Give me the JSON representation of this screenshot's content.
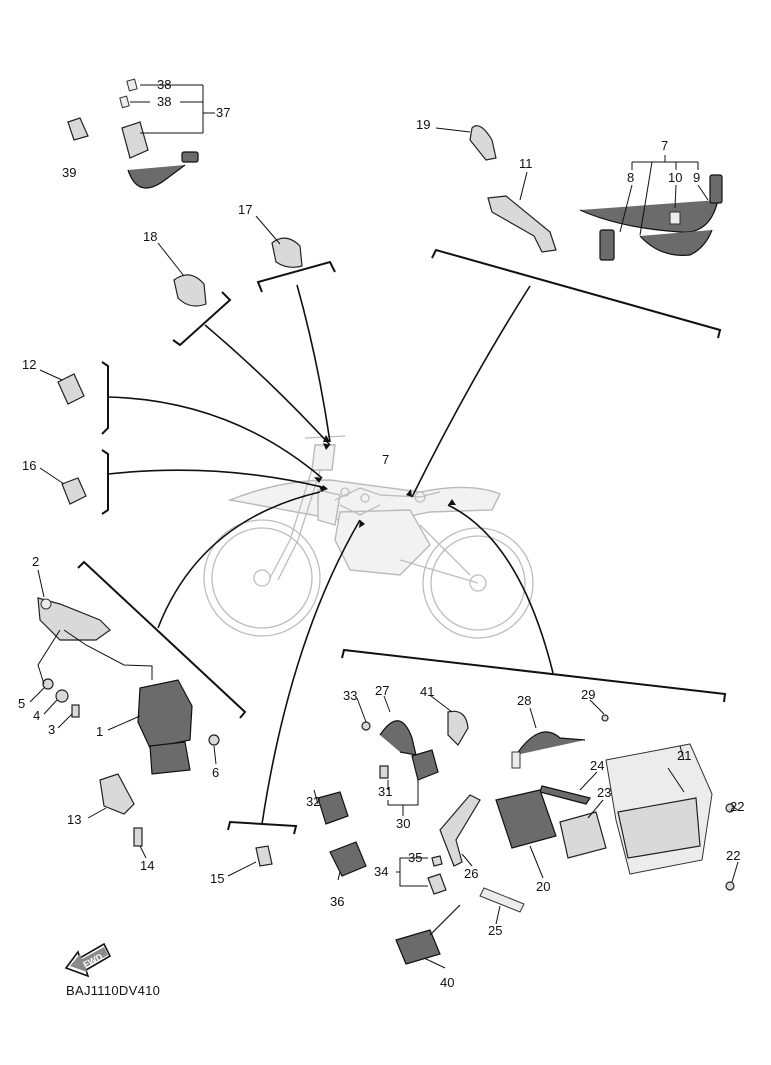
{
  "callouts": [
    "1",
    "2",
    "3",
    "4",
    "5",
    "6",
    "7",
    "7",
    "8",
    "9",
    "10",
    "11",
    "12",
    "13",
    "14",
    "15",
    "16",
    "17",
    "18",
    "19",
    "20",
    "21",
    "22",
    "22",
    "23",
    "24",
    "25",
    "26",
    "27",
    "28",
    "29",
    "30",
    "31",
    "32",
    "33",
    "34",
    "35",
    "36",
    "37",
    "38",
    "38",
    "39",
    "40",
    "41"
  ],
  "fwd_label": "FWD",
  "diagram_code": "BAJ1110DV410"
}
